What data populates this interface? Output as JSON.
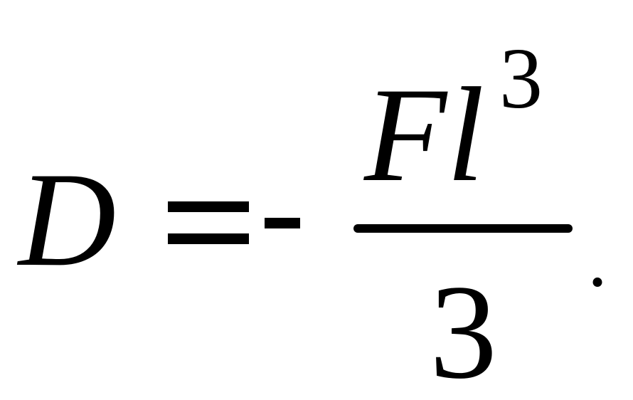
{
  "equation": {
    "lhs": "D",
    "numerator": "Fl",
    "exponent": "3",
    "denominator": "3",
    "terminator": "."
  },
  "colors": {
    "background": "#ffffff",
    "ink": "#000000"
  }
}
